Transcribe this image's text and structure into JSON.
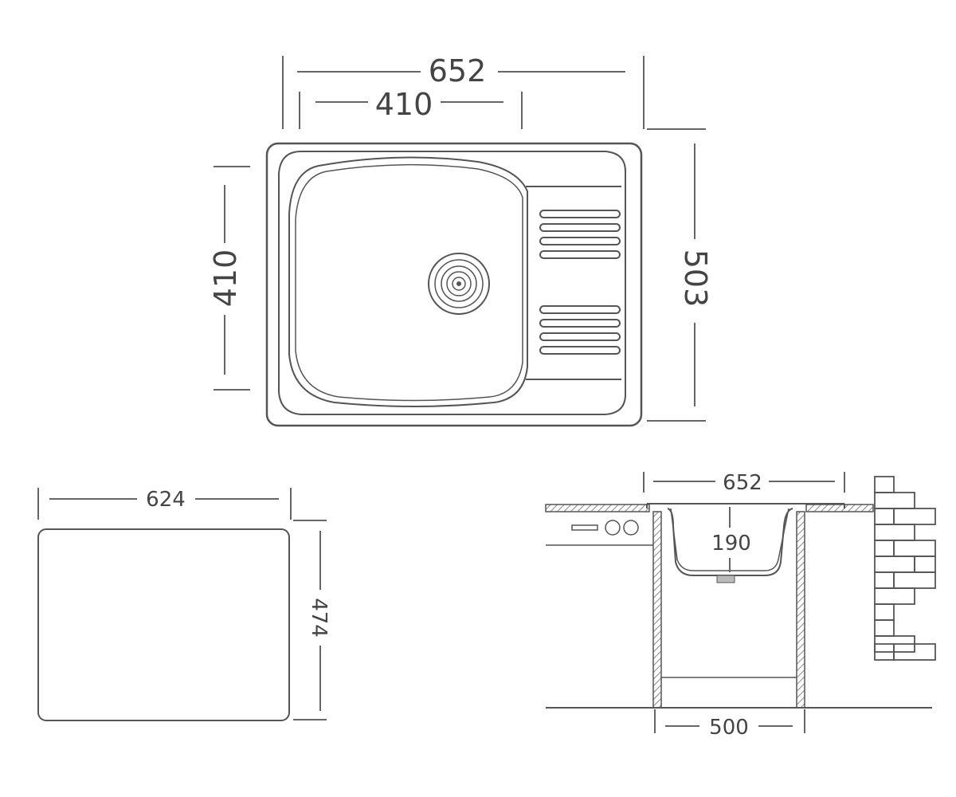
{
  "dimensions": {
    "top_total_width": "652",
    "top_bowl_width": "410",
    "top_bowl_height": "410",
    "top_total_depth": "503",
    "cutout_width": "624",
    "cutout_depth": "474",
    "section_width": "652",
    "section_bowl_depth": "190",
    "section_cabinet_width": "500"
  },
  "colors": {
    "line": "#555555",
    "text": "#444444",
    "hatch": "#888888"
  }
}
